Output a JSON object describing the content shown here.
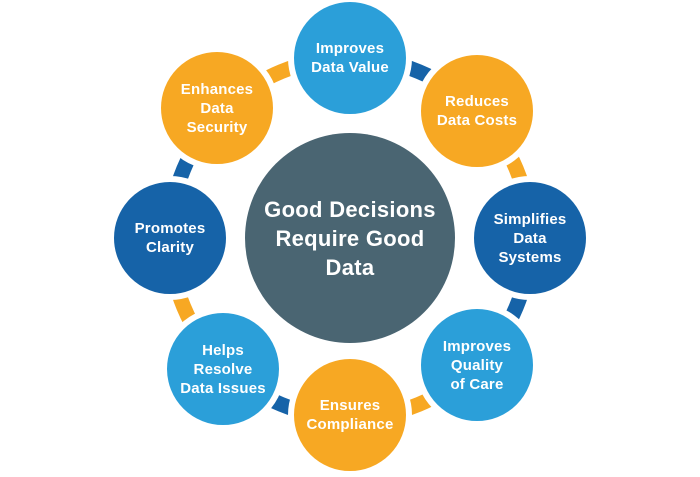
{
  "diagram_title": "Good Decisions Require Good Data",
  "palette": {
    "light_blue": "#2B9FD9",
    "dark_blue": "#1663A8",
    "yellow": "#F7A823",
    "slate": "#4A6572",
    "background": "#FFFFFF",
    "text": "#FFFFFF"
  },
  "center": {
    "label": "Good Decisions Require Good Data",
    "lines": [
      "Good Decisions",
      "Require Good",
      "Data"
    ],
    "color": "#4A6572"
  },
  "nodes": [
    {
      "id": "improves-data-value",
      "position": "top",
      "label": "Improves Data Value",
      "lines": [
        "Improves",
        "Data Value"
      ],
      "color": "#2B9FD9"
    },
    {
      "id": "reduces-data-costs",
      "position": "top-right",
      "label": "Reduces Data Costs",
      "lines": [
        "Reduces",
        "Data Costs"
      ],
      "color": "#F7A823"
    },
    {
      "id": "simplifies-data-systems",
      "position": "right",
      "label": "Simplifies Data Systems",
      "lines": [
        "Simplifies",
        "Data",
        "Systems"
      ],
      "color": "#1663A8"
    },
    {
      "id": "improves-quality-of-care",
      "position": "bottom-right",
      "label": "Improves Quality of Care",
      "lines": [
        "Improves",
        "Quality",
        "of Care"
      ],
      "color": "#2B9FD9"
    },
    {
      "id": "ensures-compliance",
      "position": "bottom",
      "label": "Ensures Compliance",
      "lines": [
        "Ensures",
        "Compliance"
      ],
      "color": "#F7A823"
    },
    {
      "id": "helps-resolve-data-issues",
      "position": "bottom-left",
      "label": "Helps Resolve Data Issues",
      "lines": [
        "Helps",
        "Resolve",
        "Data Issues"
      ],
      "color": "#2B9FD9"
    },
    {
      "id": "promotes-clarity",
      "position": "left",
      "label": "Promotes Clarity",
      "lines": [
        "Promotes",
        "Clarity"
      ],
      "color": "#1663A8"
    },
    {
      "id": "enhances-data-security",
      "position": "top-left",
      "label": "Enhances Data Security",
      "lines": [
        "Enhances",
        "Data",
        "Security"
      ],
      "color": "#F7A823"
    }
  ],
  "ring": {
    "segments": [
      {
        "from": "improves-data-value",
        "to": "reduces-data-costs",
        "color": "#1663A8"
      },
      {
        "from": "reduces-data-costs",
        "to": "simplifies-data-systems",
        "color": "#F7A823"
      },
      {
        "from": "simplifies-data-systems",
        "to": "improves-quality-of-care",
        "color": "#1663A8"
      },
      {
        "from": "improves-quality-of-care",
        "to": "ensures-compliance",
        "color": "#F7A823"
      },
      {
        "from": "ensures-compliance",
        "to": "helps-resolve-data-issues",
        "color": "#1663A8"
      },
      {
        "from": "helps-resolve-data-issues",
        "to": "promotes-clarity",
        "color": "#F7A823"
      },
      {
        "from": "promotes-clarity",
        "to": "enhances-data-security",
        "color": "#1663A8"
      },
      {
        "from": "enhances-data-security",
        "to": "improves-data-value",
        "color": "#F7A823"
      }
    ]
  }
}
